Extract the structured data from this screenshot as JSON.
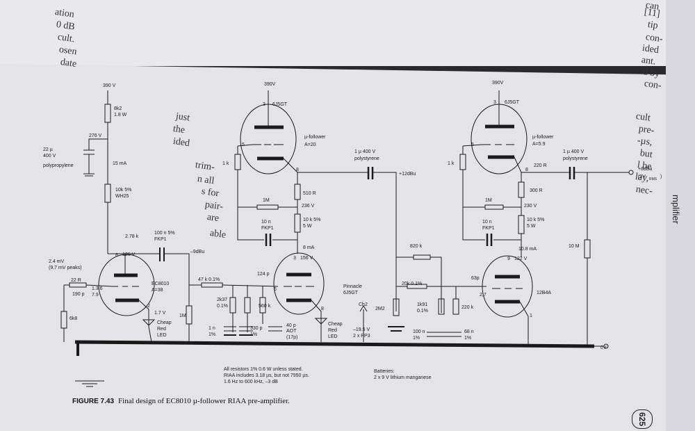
{
  "edge_lines": [
    "can",
    "[11]",
    "tip",
    "con-",
    "ided",
    "ant.",
    "d by",
    "con-",
    "cult",
    "pre-",
    "-µs,",
    "but",
    "l be",
    "lay,",
    "nec-",
    "just",
    "the",
    "ided",
    "trim-",
    "n all",
    "s for",
    "pair-",
    "are",
    "able",
    "ation",
    "0 dB",
    "cult.",
    "osen",
    "date"
  ],
  "side_title": "mplifier",
  "page_number": "625",
  "caption": {
    "figure": "FIGURE 7.43",
    "text": "Final design of EC8010 µ-follower RIAA pre-amplifier."
  },
  "notes": {
    "resistors": "All resistors 1% 0.6 W unless stated.\nRIAA includes 3.18 µs, but not 7950 µs.\n1.6 Hz to 600 kHz, –3 dB",
    "batteries": "Batteries:\n2 x 9 V lithium manganese"
  },
  "labels": {
    "v390_a": "390 V",
    "v390_b": "390V",
    "v390_c": "390V",
    "r8k2": "8k2",
    "r8k2w": "1.8 W",
    "v276": "276 V",
    "c22u": "22 µ",
    "c22v": "400 V",
    "c22t": "polypropylene",
    "i15": "15 mA",
    "r10k": "10k 5%",
    "r10kt": "WH25",
    "r278": "2.78 k",
    "c100n": "100 n 5%",
    "c100nt": "FKP1",
    "dbm9": "–9dBu",
    "v126": "126 V",
    "pin8a": "8",
    "in1": "2.4 mV",
    "in2": "(9.7 mV peaks)",
    "r22": "22 R",
    "c190": "190 p",
    "n136": "1.3.6",
    "n79": "7.9",
    "ec": "EC8010",
    "ecg": "A=38",
    "r6k8": "6k8",
    "v17": "1.7 V",
    "pin2": "2",
    "r1m": "1M",
    "led1a": "Cheap",
    "led1b": "Red",
    "led1c": "LED",
    "r47k": "47 k 0.1%",
    "r2k37": "2k37",
    "r2k37t": "0.1%",
    "r560": "560 k",
    "c1n": "1 n",
    "c1nt": "1%",
    "c330": "330 p",
    "c330t": "1%",
    "c124": "124 p",
    "c40": "40 p",
    "c40t": "AOT",
    "c40u": "(17p)",
    "t1pin3": "3",
    "t1name": "6J5GT",
    "t1pin5": "5",
    "t1mu": "µ-follower",
    "t1g": "A=20",
    "r1ka": "1 k",
    "t1pin8": "8",
    "r510": "510 R",
    "r1mb": "1M",
    "v236": "236 V",
    "c10n": "10 n",
    "c10nt": "FKP1",
    "r10kb": "10 k 5%",
    "r10kbt": "5 W",
    "i8": "8 mA",
    "v156": "156 V",
    "pin3b": "3",
    "pin5b": "5",
    "pin8b": "8",
    "c1u": "1 µ 400 V",
    "c1ut": "polystyrene",
    "db12": "+12dBu",
    "led2a": "Cheap",
    "led2b": "Red",
    "led2c": "LED",
    "pin": "Pinnacle",
    "pint": "6J5GT",
    "ch2": "Ch2",
    "r2m2": "2M2",
    "r820": "820 k",
    "r20k": "20k 0.1%",
    "r1k91": "1k91",
    "r1k91t": "0.1%",
    "r220k": "220 k",
    "vbat": "–19.5 V",
    "vbatt": "2 x PP3",
    "c100nb": "100 n",
    "c100nbt": "1%",
    "c68": "68 n",
    "c68t": "1%",
    "t2pin3": "3",
    "t2name": "6J5GT",
    "t2pin5": "5",
    "t2mu": "µ-follower",
    "t2g": "A=5.9",
    "r1kb": "1 k",
    "t2pin8": "8",
    "r220": "220 R",
    "r300": "300 R",
    "r1mc": "1M",
    "v230": "230 V",
    "c10nb": "10 n",
    "c10nbt": "FKP1",
    "r10kc": "10 k 5%",
    "r10kct": "5 W",
    "i108": "10.8 mA",
    "v122": "122 V",
    "pin9": "9",
    "c63": "63p",
    "pin27": "2,7",
    "tb": "12B4A",
    "pin1": "1",
    "r10m": "10 M",
    "c1ub": "1 µ 400 V",
    "c1ubt": "polystyrene",
    "out1": "+8dBu",
    "out2": "(2V",
    "out3": "RMS",
    "out4": ")",
    "zero": "0V"
  }
}
